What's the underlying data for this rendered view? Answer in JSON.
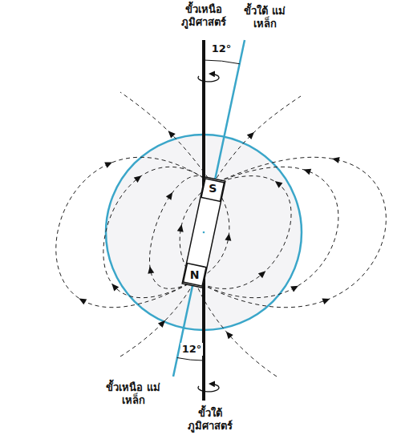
{
  "diagram": {
    "labels": [
      "ขั้วเหนือ ภูมิศาสตร์",
      "ขั้วใต้ แม่เหล็ก",
      "12°",
      "S",
      "N",
      "12°",
      "ขั้วเหนือ แม่เหล็ก",
      "ขั้วใต้ ภูมิศาสตร์"
    ]
  }
}
